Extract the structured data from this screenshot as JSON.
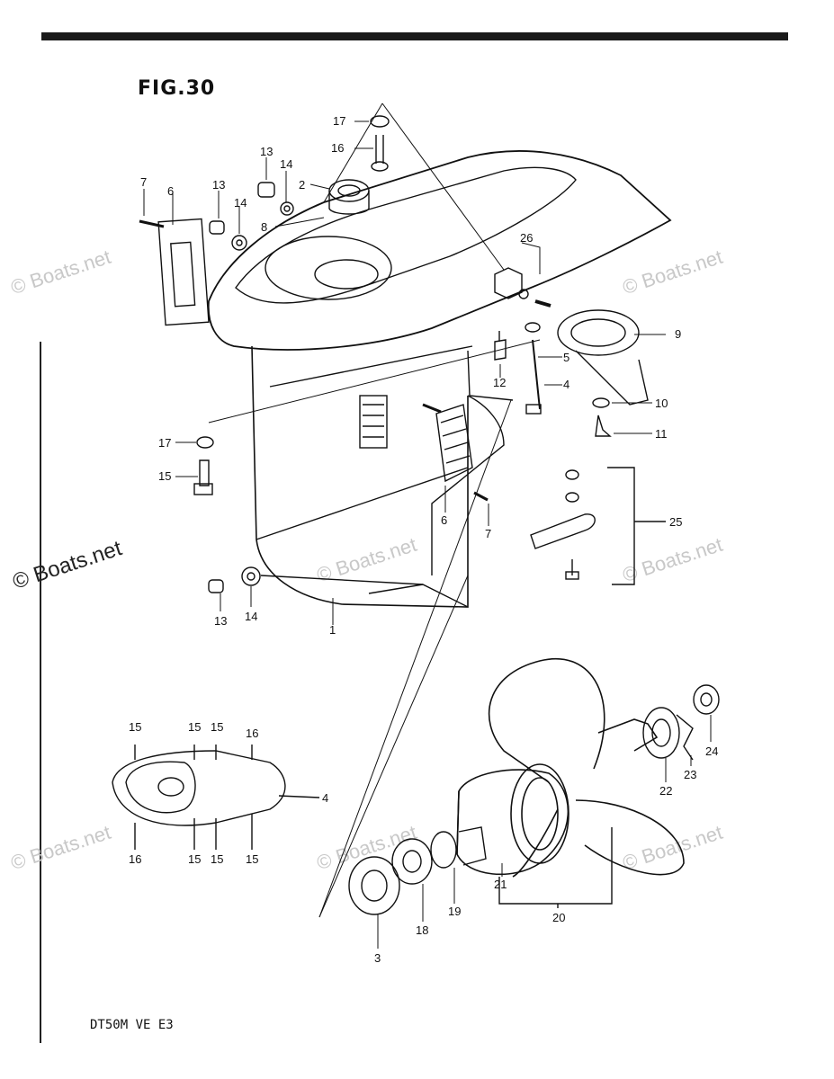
{
  "figure_title": "FIG.30",
  "model_code": "DT50M VE E3",
  "watermarks": [
    "© Boats.net"
  ],
  "part_labels": {
    "p1": "1",
    "p2": "2",
    "p3": "3",
    "p4": "4",
    "p5": "5",
    "p6": "6",
    "p7": "7",
    "p8": "8",
    "p9": "9",
    "p10": "10",
    "p11": "11",
    "p12": "12",
    "p13": "13",
    "p14": "14",
    "p15": "15",
    "p16": "16",
    "p17": "17",
    "p18": "18",
    "p19": "19",
    "p20": "20",
    "p21": "21",
    "p22": "22",
    "p23": "23",
    "p24": "24",
    "p25": "25",
    "p26": "26"
  }
}
